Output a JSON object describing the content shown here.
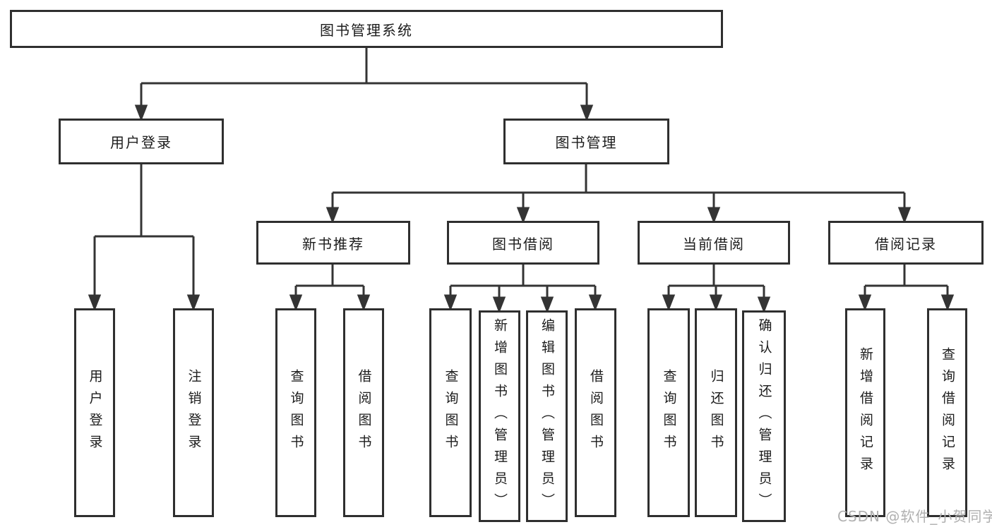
{
  "diagram_title": "图书管理系统",
  "nodes": {
    "root": "图书管理系统",
    "user_login": "用户登录",
    "book_mgmt": "图书管理",
    "new_books": "新书推荐",
    "book_borrow": "图书借阅",
    "current_borrow": "当前借阅",
    "borrow_records": "借阅记录",
    "leaves": {
      "user_login": [
        "用户登录",
        "注销登录"
      ],
      "new_books": [
        "查询图书",
        "借阅图书"
      ],
      "book_borrow": [
        "查询图书",
        "新增图书（管理员）",
        "编辑图书（管理员）",
        "借阅图书"
      ],
      "current_borrow": [
        "查询图书",
        "归还图书",
        "确认归还（管理员）"
      ],
      "borrow_records": [
        "新增借阅记录",
        "查询借阅记录"
      ]
    }
  },
  "watermark": "CSDN @软件_小贺同学",
  "colors": {
    "line": "#343434",
    "box_border": "#2f2f2f",
    "text": "#1c1c1c",
    "watermark": "#b0b0b0",
    "background": "#ffffff"
  }
}
